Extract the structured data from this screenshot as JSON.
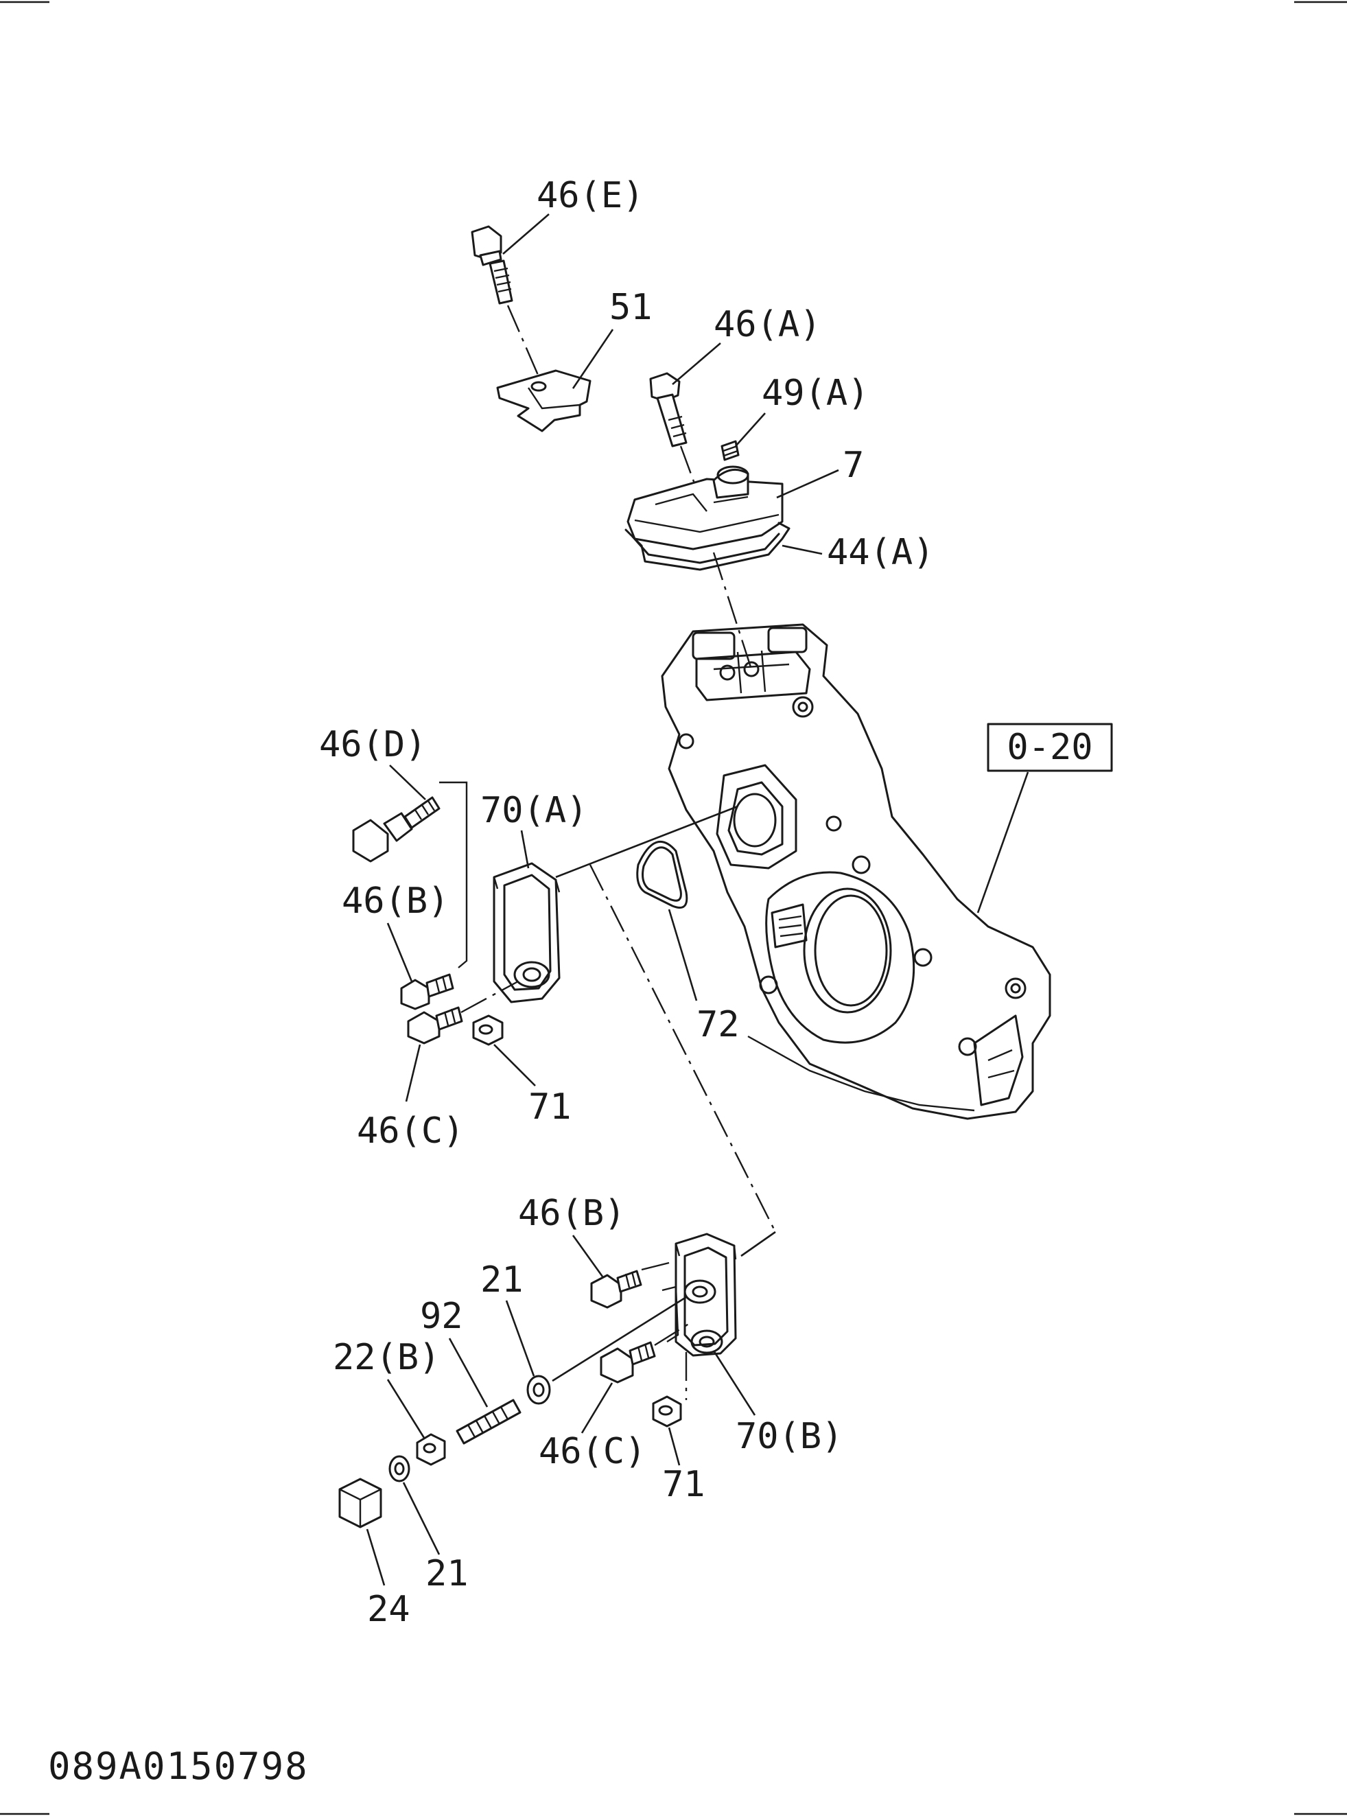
{
  "diagram_code": "089A0150798",
  "reference_box": "0-20",
  "labels": {
    "l46e": "46(E)",
    "l51": "51",
    "l46a": "46(A)",
    "l49a": "49(A)",
    "l7": "7",
    "l44a": "44(A)",
    "l46d": "46(D)",
    "l70a": "70(A)",
    "l46b_top": "46(B)",
    "l72": "72",
    "l46c_top": "46(C)",
    "l71_top": "71",
    "l46b_bottom": "46(B)",
    "l21_top": "21",
    "l92": "92",
    "l22b": "22(B)",
    "l70b": "70(B)",
    "l46c_bottom": "46(C)",
    "l71_bottom": "71",
    "l21_bottom": "21",
    "l24": "24"
  }
}
